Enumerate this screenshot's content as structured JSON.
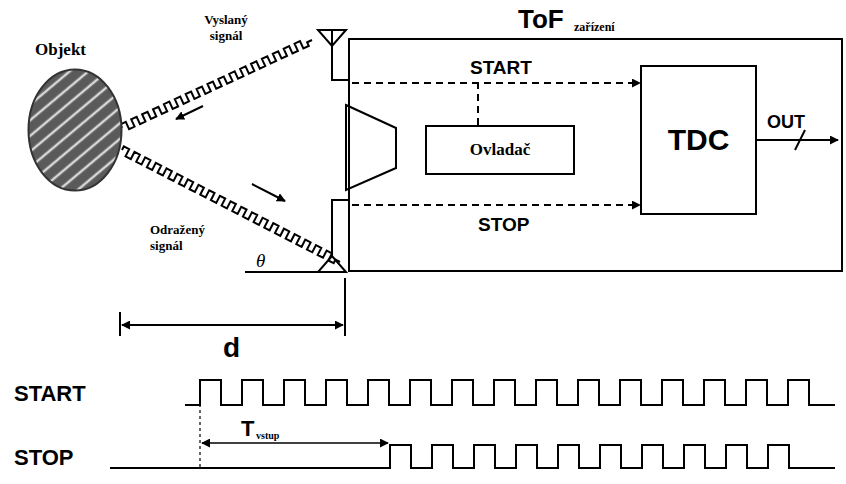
{
  "diagram": {
    "nodes": [
      {
        "text": [
          "ToF",
          "zařízení"
        ]
      },
      {
        "text": [
          "Ovladač"
        ],
        "in": 0
      },
      {
        "text": [
          "TDC"
        ],
        "in": 0
      },
      {
        "text": [
          "Objekt"
        ]
      }
    ],
    "edges": [
      {
        "from": 1,
        "to": 2,
        "arrow": "to",
        "label": "START"
      }
    ],
    "labels": [
      "Vyslaný signál",
      "Odražený signál",
      "θ",
      "d",
      "STOP",
      "OUT",
      "START",
      "STOP",
      "T",
      "vstup"
    ]
  }
}
